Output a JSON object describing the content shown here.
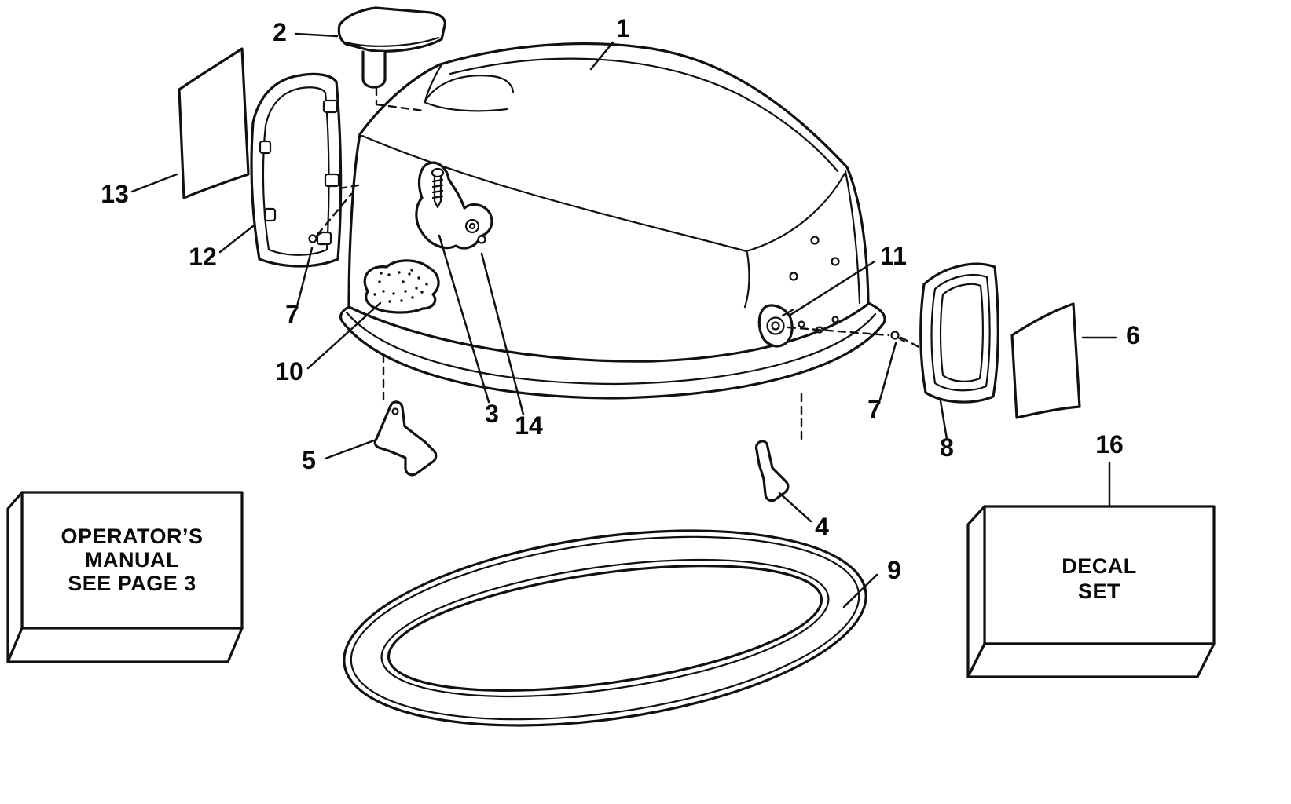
{
  "diagram": {
    "kind": "exploded-parts-diagram",
    "background_color": "#ffffff",
    "line_color": "#111111",
    "callouts": [
      {
        "label": "1"
      },
      {
        "label": "2"
      },
      {
        "label": "3"
      },
      {
        "label": "4"
      },
      {
        "label": "5"
      },
      {
        "label": "6"
      },
      {
        "label": "7"
      },
      {
        "label": "7"
      },
      {
        "label": "8"
      },
      {
        "label": "9"
      },
      {
        "label": "10"
      },
      {
        "label": "11"
      },
      {
        "label": "12"
      },
      {
        "label": "13"
      },
      {
        "label": "14"
      },
      {
        "label": "16"
      }
    ],
    "manual_box": {
      "lines": [
        "OPERATOR’S",
        "MANUAL",
        "SEE PAGE 3"
      ]
    },
    "decal_box": {
      "lines": [
        "DECAL",
        "SET"
      ]
    }
  }
}
